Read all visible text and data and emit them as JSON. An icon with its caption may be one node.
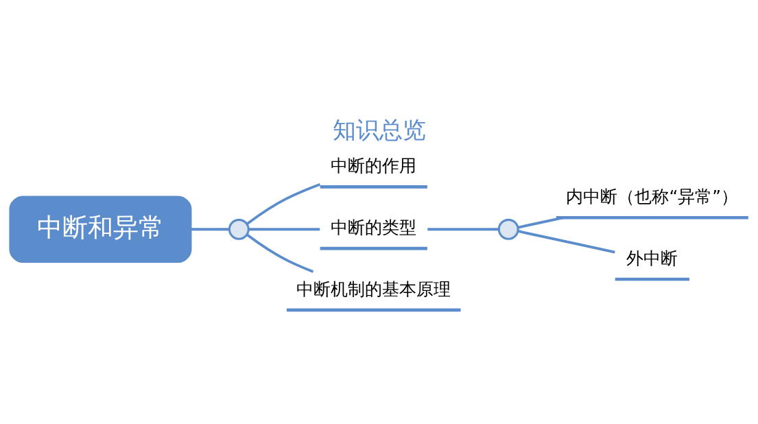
{
  "diagram": {
    "title": "知识总览",
    "nodes": [
      {
        "text": [
          "中断和异常"
        ]
      },
      {
        "text": [],
        "shape": "circle"
      },
      {
        "text": [
          "中断的作用"
        ]
      },
      {
        "text": [
          "中断的类型"
        ]
      },
      {
        "text": [
          "中断机制的基本原理"
        ]
      },
      {
        "text": [],
        "shape": "circle"
      },
      {
        "text": [
          "内中断（也称“异常”）"
        ]
      },
      {
        "text": [
          "外中断"
        ]
      }
    ],
    "edges": [
      {
        "from": 0,
        "to": 1,
        "arrow": "none"
      },
      {
        "from": 1,
        "to": 2,
        "arrow": "none"
      },
      {
        "from": 1,
        "to": 3,
        "arrow": "none"
      },
      {
        "from": 1,
        "to": 4,
        "arrow": "none"
      },
      {
        "from": 3,
        "to": 5,
        "arrow": "none"
      },
      {
        "from": 5,
        "to": 6,
        "arrow": "none"
      },
      {
        "from": 5,
        "to": 7,
        "arrow": "none"
      }
    ]
  }
}
